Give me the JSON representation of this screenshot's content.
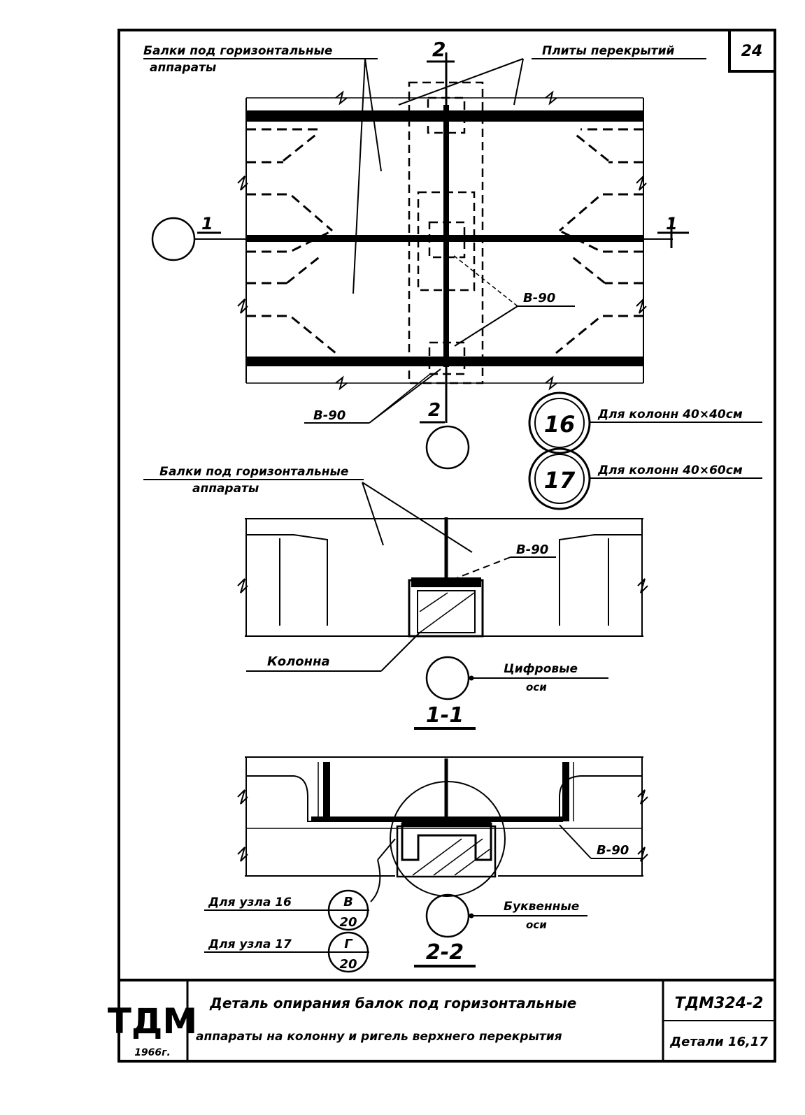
{
  "sheet": {
    "number": "24",
    "stamp_top": "ТДМ",
    "stamp_year": "1966г.",
    "doc_code": "ТДМ324-2",
    "doc_details": "Детали 16,17",
    "title_line1": "Деталь опирания балок под горизонтальные",
    "title_line2": "аппараты на колонну и ригель верхнего перекрытия"
  },
  "plan": {
    "label_beams": "Балки под горизонтальные",
    "label_beams_2": "аппараты",
    "label_slabs": "Плиты перекрытий",
    "section_2_top": "2",
    "section_2_bottom": "2",
    "section_1_left": "1",
    "section_1_right": "1",
    "weld_mark_1": "В-90",
    "weld_mark_2": "В-90"
  },
  "legend": {
    "node_16": "16",
    "node_16_text": "Для колонн 40×40см",
    "node_17": "17",
    "node_17_text": "Для колонн 40×60см"
  },
  "section_1": {
    "label_beams": "Балки под горизонтальные",
    "label_beams_2": "аппараты",
    "weld_mark": "В-90",
    "label_column": "Колонна",
    "axes_label": "Цифровые",
    "axes_label_2": "оси",
    "title": "1-1"
  },
  "section_2": {
    "weld_mark": "В-90",
    "node16_label": "Для узла 16",
    "node16_num": "В",
    "node16_sheet": "20",
    "node17_label": "Для узла 17",
    "node17_num": "Г",
    "node17_sheet": "20",
    "axes_label": "Буквенные",
    "axes_label_2": "оси",
    "title": "2-2"
  }
}
